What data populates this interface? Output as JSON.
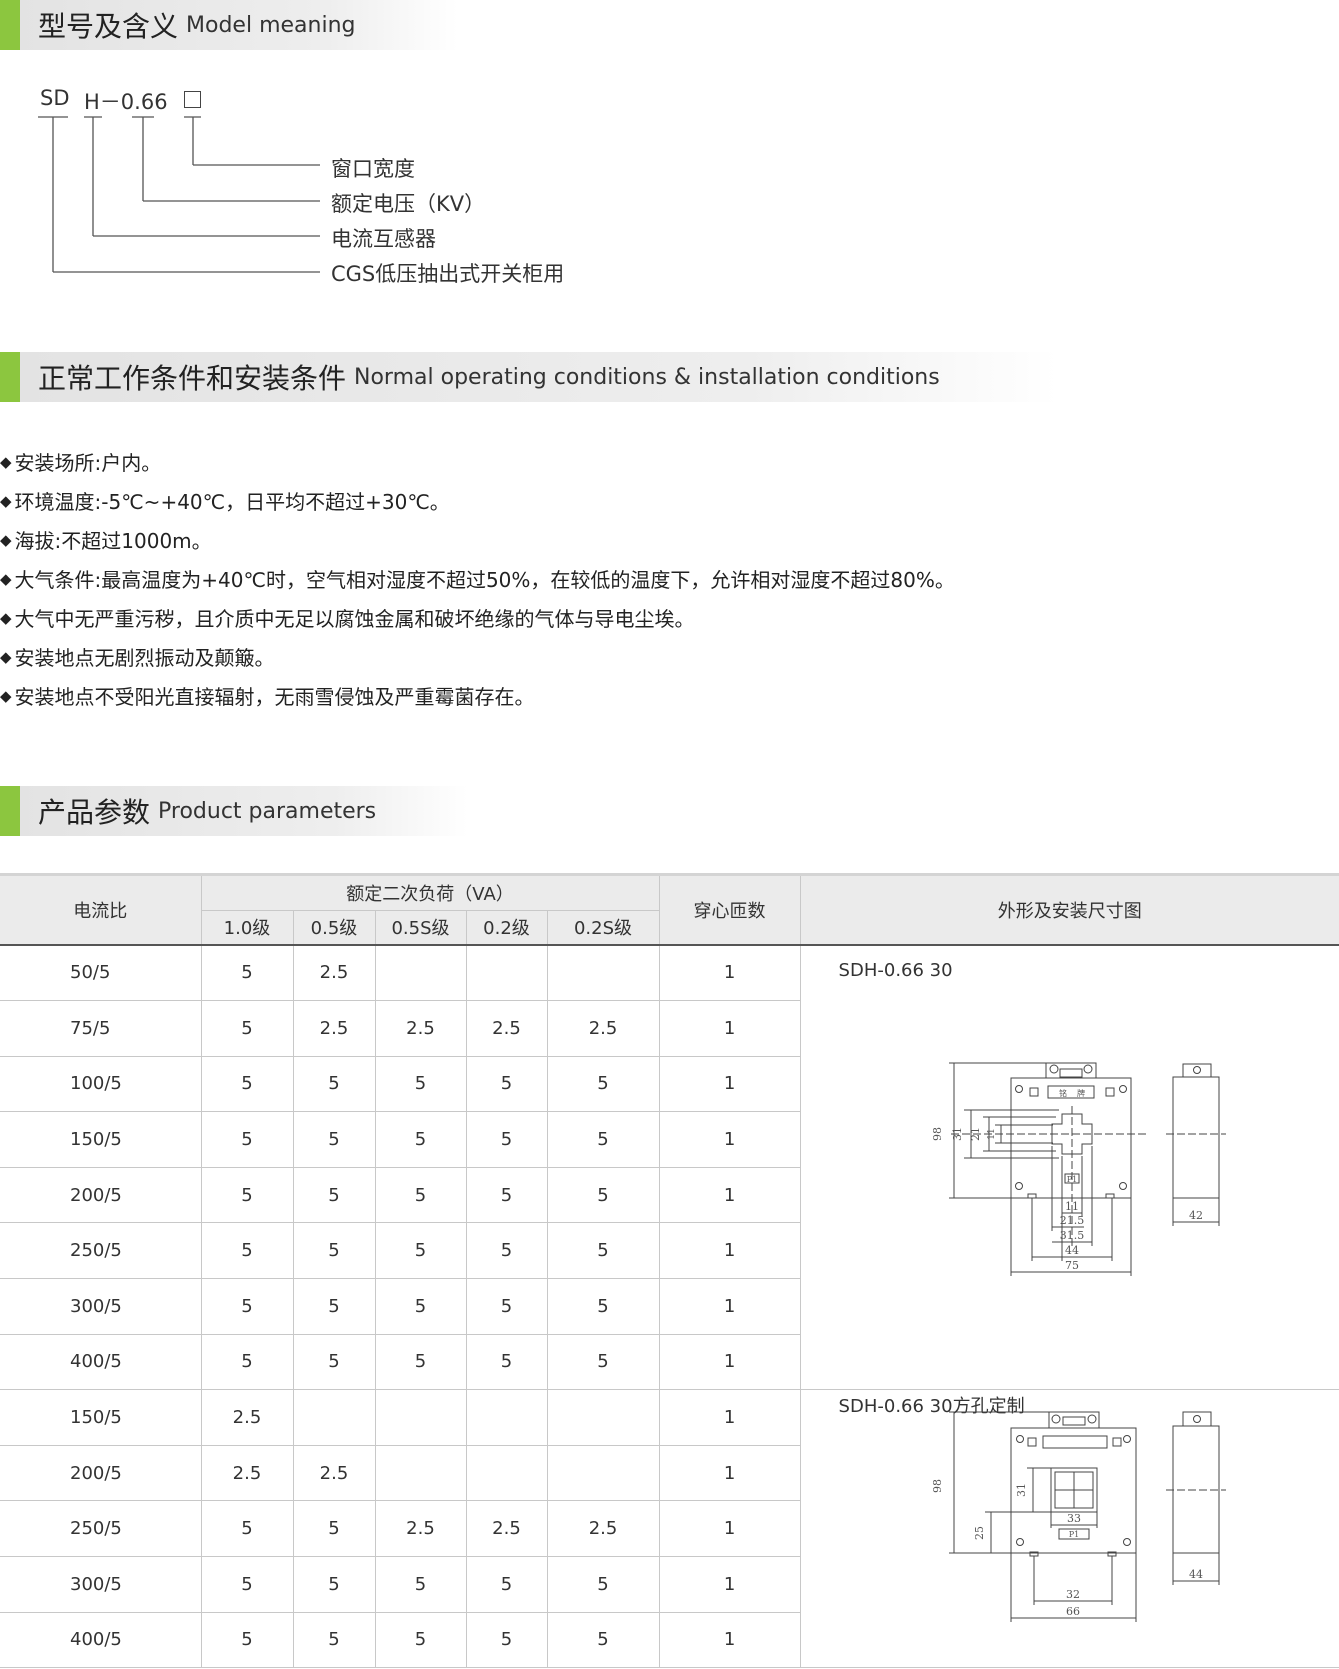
{
  "sections": {
    "model": {
      "title_zh": "型号及含义",
      "title_en": "Model meaning"
    },
    "conditions": {
      "title_zh": "正常工作条件和安装条件",
      "title_en": "Normal operating conditions & installation conditions"
    },
    "params": {
      "title_zh": "产品参数",
      "title_en": "Product parameters"
    }
  },
  "model": {
    "code_sd": "SD",
    "code_h": "H－0.66",
    "labels": [
      "窗口宽度",
      "额定电压（KV）",
      "电流互感器",
      "CGS低压抽出式开关柜用"
    ]
  },
  "conditions": [
    "安装场所:户内。",
    "环境温度:-5℃~+40℃，日平均不超过+30℃。",
    "海拔:不超过1000m。",
    "大气条件:最高温度为+40℃时，空气相对湿度不超过50%，在较低的温度下，允许相对湿度不超过80%。",
    "大气中无严重污秽，且介质中无足以腐蚀金属和破坏绝缘的气体与导电尘埃。",
    "安装地点无剧烈振动及颠簸。",
    "安装地点不受阳光直接辐射，无雨雪侵蚀及严重霉菌存在。"
  ],
  "bullet": "◆",
  "table": {
    "col_ratio": "电流比",
    "col_burden": "额定二次负荷（VA）",
    "col_turns": "穿心匝数",
    "col_drawing": "外形及安装尺寸图",
    "classes": [
      "1.0级",
      "0.5级",
      "0.5S级",
      "0.2级",
      "0.2S级"
    ],
    "rows": [
      [
        "50/5",
        "5",
        "2.5",
        "",
        "",
        "",
        "1"
      ],
      [
        "75/5",
        "5",
        "2.5",
        "2.5",
        "2.5",
        "2.5",
        "1"
      ],
      [
        "100/5",
        "5",
        "5",
        "5",
        "5",
        "5",
        "1"
      ],
      [
        "150/5",
        "5",
        "5",
        "5",
        "5",
        "5",
        "1"
      ],
      [
        "200/5",
        "5",
        "5",
        "5",
        "5",
        "5",
        "1"
      ],
      [
        "250/5",
        "5",
        "5",
        "5",
        "5",
        "5",
        "1"
      ],
      [
        "300/5",
        "5",
        "5",
        "5",
        "5",
        "5",
        "1"
      ],
      [
        "400/5",
        "5",
        "5",
        "5",
        "5",
        "5",
        "1"
      ],
      [
        "150/5",
        "2.5",
        "",
        "",
        "",
        "",
        "1"
      ],
      [
        "200/5",
        "2.5",
        "2.5",
        "",
        "",
        "",
        "1"
      ],
      [
        "250/5",
        "5",
        "5",
        "2.5",
        "2.5",
        "2.5",
        "1"
      ],
      [
        "300/5",
        "5",
        "5",
        "5",
        "5",
        "5",
        "1"
      ],
      [
        "400/5",
        "5",
        "5",
        "5",
        "5",
        "5",
        "1"
      ]
    ],
    "drawings": [
      {
        "title": "SDH-0.66 30",
        "dims": [
          "98",
          "31",
          "21",
          "11",
          "P1",
          "11",
          "21.5",
          "31.5",
          "44",
          "75",
          "42",
          "铭",
          "牌"
        ]
      },
      {
        "title": "SDH-0.66 30方孔定制",
        "dims": [
          "98",
          "31",
          "25",
          "33",
          "P1",
          "32",
          "66",
          "44"
        ]
      }
    ]
  }
}
